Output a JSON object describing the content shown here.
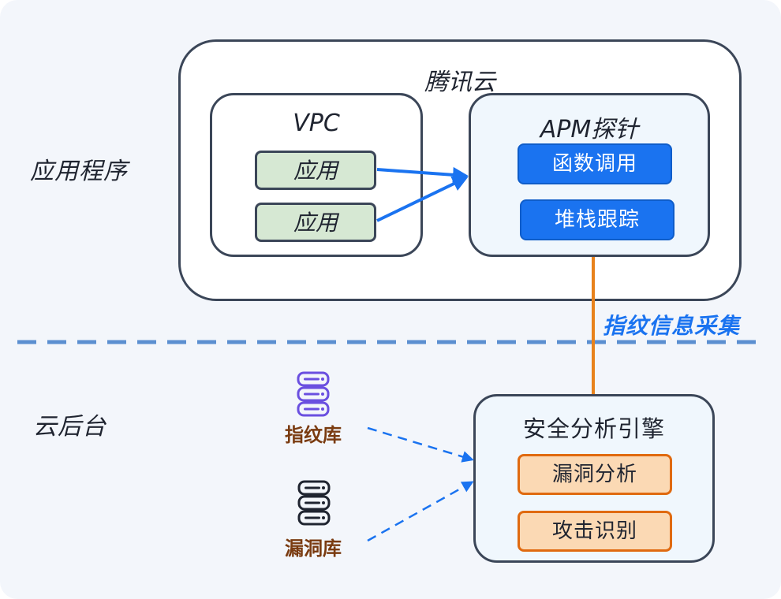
{
  "side_labels": {
    "application_layer": "应用程序",
    "cloud_backend": "云后台"
  },
  "tencent_cloud": {
    "title": "腾讯云",
    "vpc": {
      "title": "VPC",
      "apps": [
        "应用",
        "应用"
      ]
    },
    "apm_probe": {
      "title": "APM探针",
      "functions": [
        "函数调用",
        "堆栈跟踪"
      ]
    }
  },
  "fingerprint_collection_label": "指纹信息采集",
  "databases": {
    "fingerprint_db": "指纹库",
    "vulnerability_db": "漏洞库"
  },
  "security_engine": {
    "title": "安全分析引擎",
    "functions": [
      "漏洞分析",
      "攻击识别"
    ]
  },
  "colors": {
    "primary_blue": "#1a73f0",
    "orange": "#e06a10",
    "orange_fill": "#fbd9b4",
    "green_fill": "#d6e8d3",
    "border": "#3b4658",
    "divider": "#5b8fd0",
    "fingerprint_db_icon": "#6a4fe0",
    "vulnerability_db_icon": "#1f2430"
  },
  "icons": {
    "fingerprint_db": "database-icon",
    "vulnerability_db": "database-icon"
  }
}
